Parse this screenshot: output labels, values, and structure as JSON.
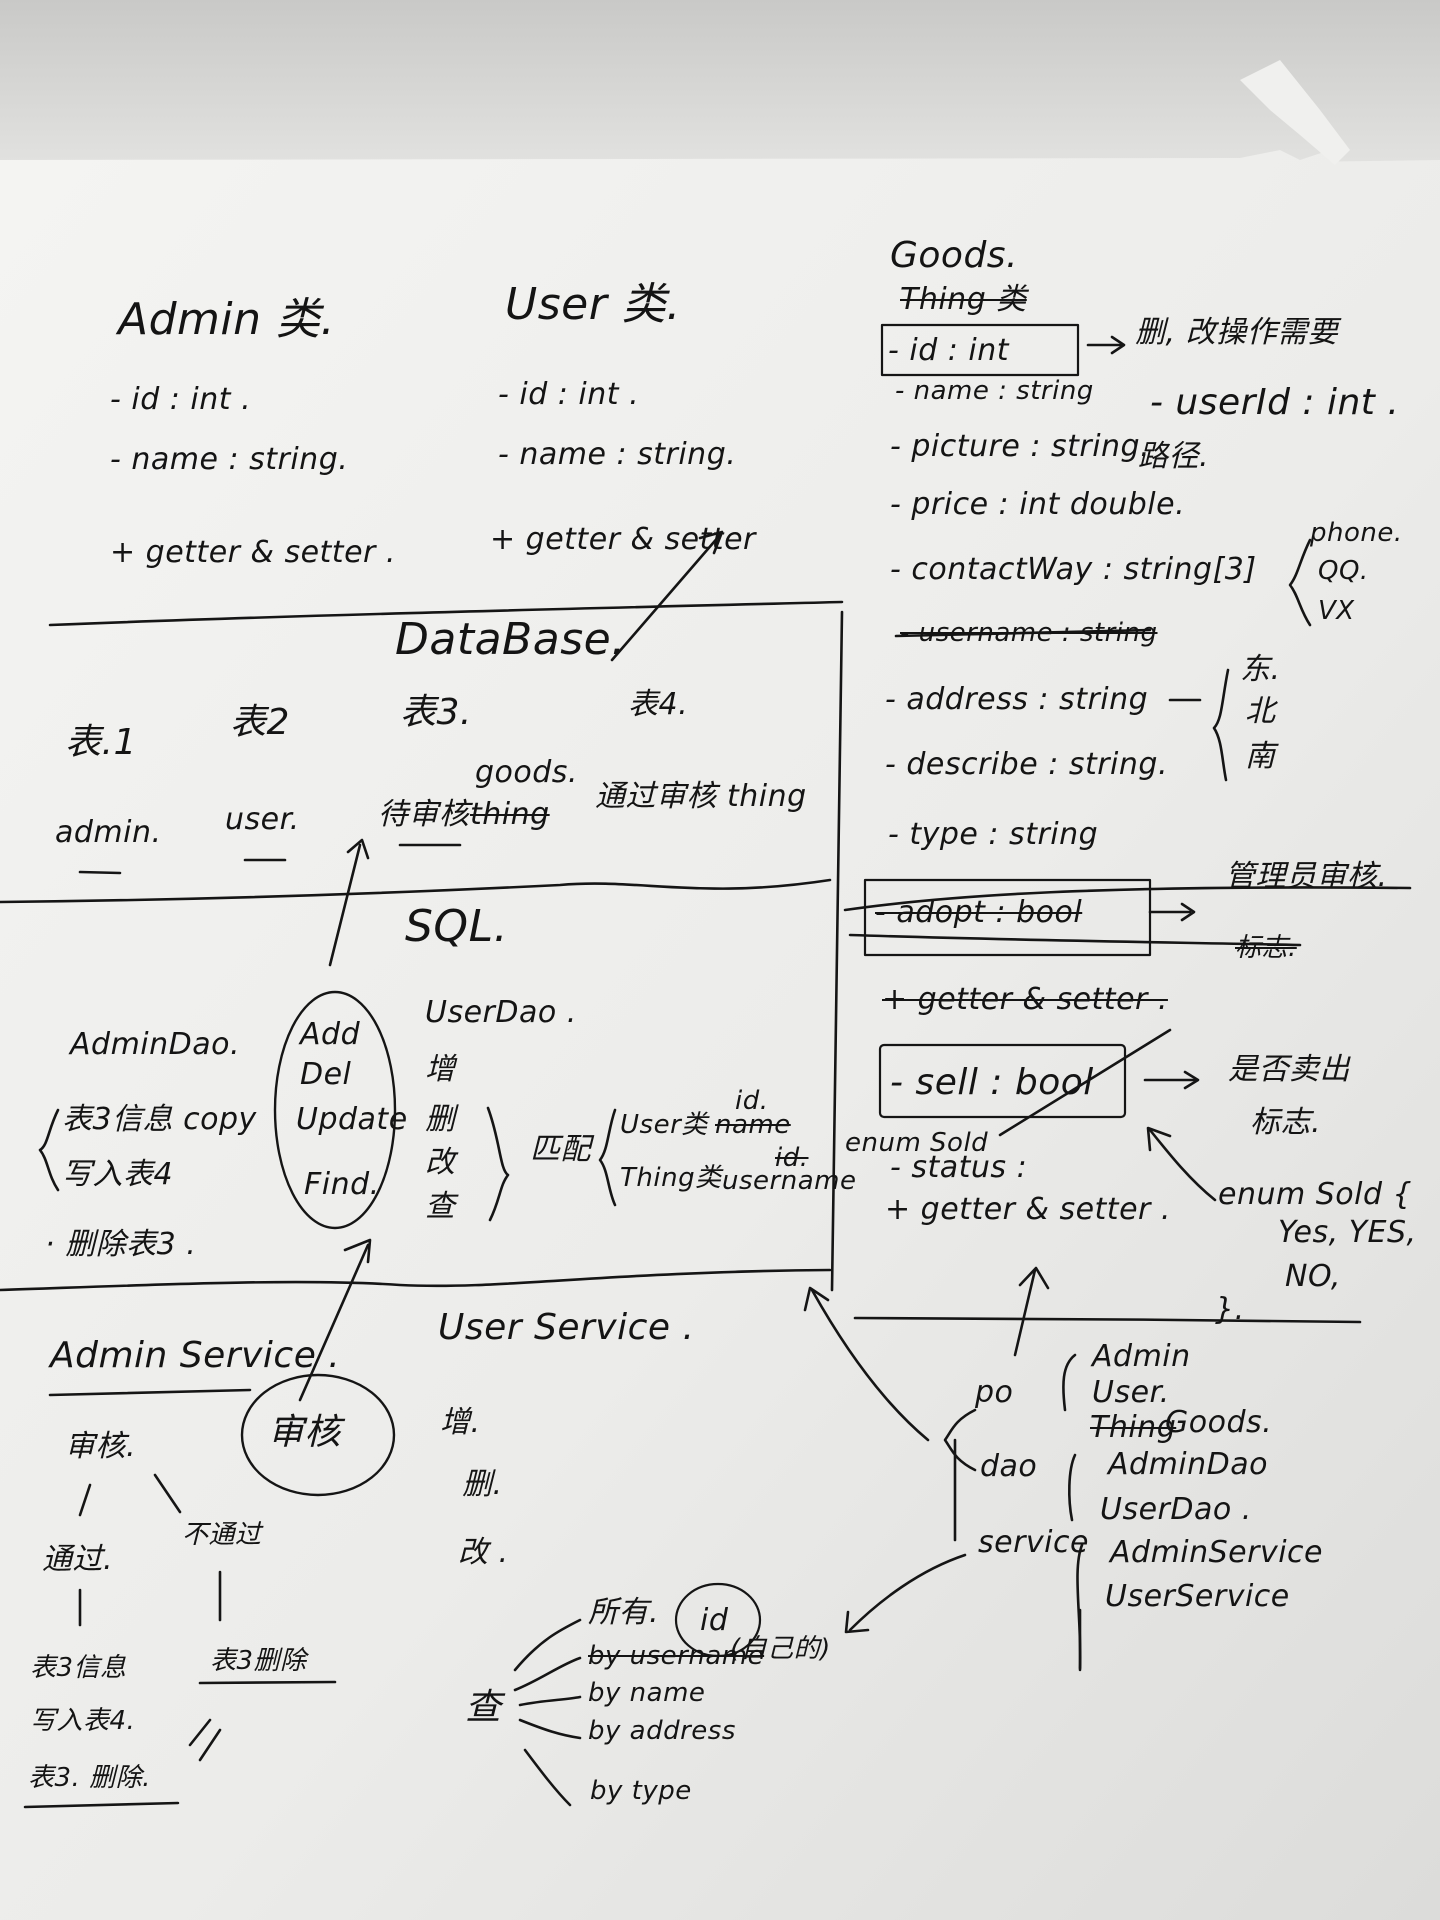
{
  "admin_class": {
    "title": "Admin 类.",
    "fields": [
      "- id : int .",
      "- name : string."
    ],
    "methods": "+ getter & setter ."
  },
  "user_class": {
    "title": "User 类.",
    "fields": [
      "- id : int .",
      "- name : string."
    ],
    "methods": "+ getter & setter"
  },
  "goods_class": {
    "title": "Goods.",
    "crossed_title": "Thing 类",
    "fields": [
      "- id : int",
      "- name : string",
      "- picture : string.",
      "- price : int double.",
      "- contactWay : string[3]",
      "- username : string",
      "- address : string",
      "- describe : string.",
      "- type : string"
    ],
    "crossed_block": [
      "- adopt : bool",
      "+ getter & setter ."
    ],
    "sell_field": "- sell : bool",
    "status_field": "- status :",
    "methods": "+ getter & setter .",
    "enum_label": "enum Sold",
    "id_note": "删, 改操作需要",
    "userid_note": "- userId : int .",
    "picture_note": "路径.",
    "contact_options": [
      "phone.",
      "QQ.",
      "VX"
    ],
    "address_options": [
      "东.",
      "北",
      "南"
    ],
    "adopt_note_1": "管理员审核.",
    "adopt_note_2": "标志.",
    "sell_note_1": "是否卖出",
    "sell_note_2": "标志.",
    "enum_def": [
      "enum Sold {",
      "Yes, YES,",
      "NO,",
      "}."
    ]
  },
  "database": {
    "title": "DataBase.",
    "tables": [
      "表.1",
      "表2",
      "表3.",
      "表4."
    ],
    "names": [
      "admin.",
      "user.",
      "待审核",
      "thing",
      "goods.",
      "通过审核 thing"
    ]
  },
  "sql": {
    "title": "SQL.",
    "admin_dao": "AdminDao.",
    "admin_dao_ops": [
      "表3信息 copy",
      "写入表4",
      "· 删除表3 ."
    ],
    "circle_ops": [
      "Add",
      "Del",
      "Update",
      "Find."
    ],
    "user_dao": "UserDao .",
    "user_dao_ops": [
      "增",
      "删",
      "改",
      "查"
    ],
    "match_label": "匹配",
    "match_items": [
      "User类",
      "Thing类"
    ],
    "match_fields": [
      "id.",
      "name",
      "id.",
      "username"
    ]
  },
  "service": {
    "admin_service": "Admin Service .",
    "review": "审核.",
    "pass": "通过.",
    "not_pass": "不通过",
    "pass_steps": [
      "表3信息",
      "写入表4.",
      "表3. 删除."
    ],
    "not_pass_step": "表3删除",
    "circle_review": "审核",
    "user_service": "User Service .",
    "user_ops": [
      "增.",
      "删.",
      "改 ."
    ],
    "query": "查",
    "query_ops": [
      "所有.",
      "by username",
      "(自己的)",
      "by name",
      "by address",
      "by type"
    ],
    "query_circle": "id"
  },
  "packages": {
    "po": "po",
    "po_items": [
      "Admin",
      "User.",
      "Thing",
      "Goods."
    ],
    "dao": "dao",
    "dao_items": [
      "AdminDao",
      "UserDao ."
    ],
    "service": "service",
    "service_items": [
      "AdminService",
      "UserService"
    ]
  }
}
